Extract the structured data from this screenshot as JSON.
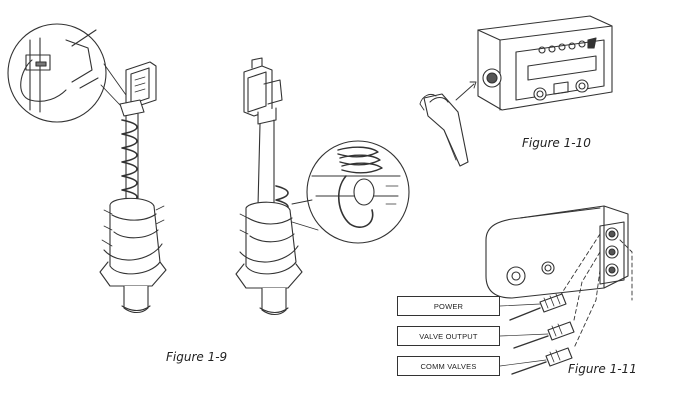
{
  "captions": {
    "fig9": "Figure 1-9",
    "fig10": "Figure 1-10",
    "fig11": "Figure 1-11"
  },
  "connector_labels": {
    "power": "POWER",
    "valve_output": "VALVE OUTPUT",
    "comm_valves": "COMM VALVES"
  },
  "colors": {
    "line": "#333333",
    "background": "#ffffff"
  }
}
